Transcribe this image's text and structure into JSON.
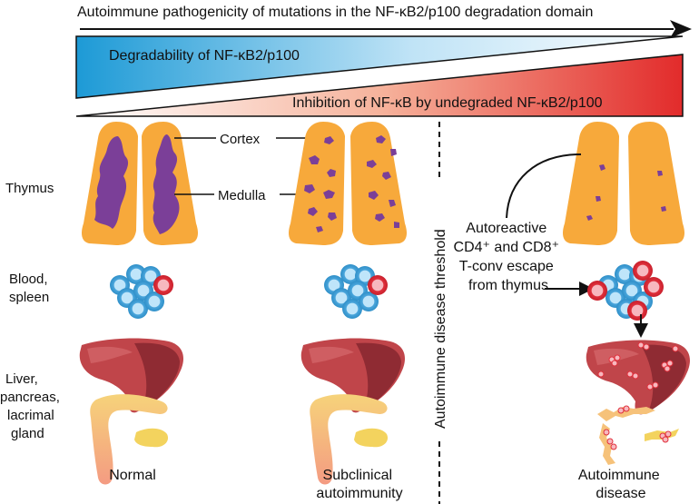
{
  "title": "Autoimmune pathogenicity of mutations in the NF-κB2/p100 degradation domain",
  "wedges": {
    "blue_label": "Degradability of NF-κB2/p100",
    "red_label": "Inhibition of NF-κB by undegraded NF-κB2/p100"
  },
  "row_labels": {
    "thymus": "Thymus",
    "blood": [
      "Blood,",
      "spleen"
    ],
    "organs": [
      "Liver,",
      "pancreas,",
      "lacrimal",
      "gland"
    ]
  },
  "annotations": {
    "cortex": "Cortex",
    "medulla": "Medulla",
    "threshold": "Autoimmune disease threshold",
    "escape": [
      "Autoreactive",
      "CD4⁺ and CD8⁺",
      "T-conv escape",
      "from thymus"
    ]
  },
  "columns": {
    "normal": [
      "Normal"
    ],
    "subclinical": [
      "Subclinical",
      "autoimmunity"
    ],
    "disease": [
      "Autoimmune",
      "disease"
    ]
  },
  "colors": {
    "orange": "#f7a93b",
    "purple": "#7b3f98",
    "blue_cell": "#5bb3e6",
    "red_cell": "#e0303c",
    "liver": "#c0454a",
    "wedge_blue": "#1d9ad6",
    "wedge_red": "#e22b2b"
  }
}
